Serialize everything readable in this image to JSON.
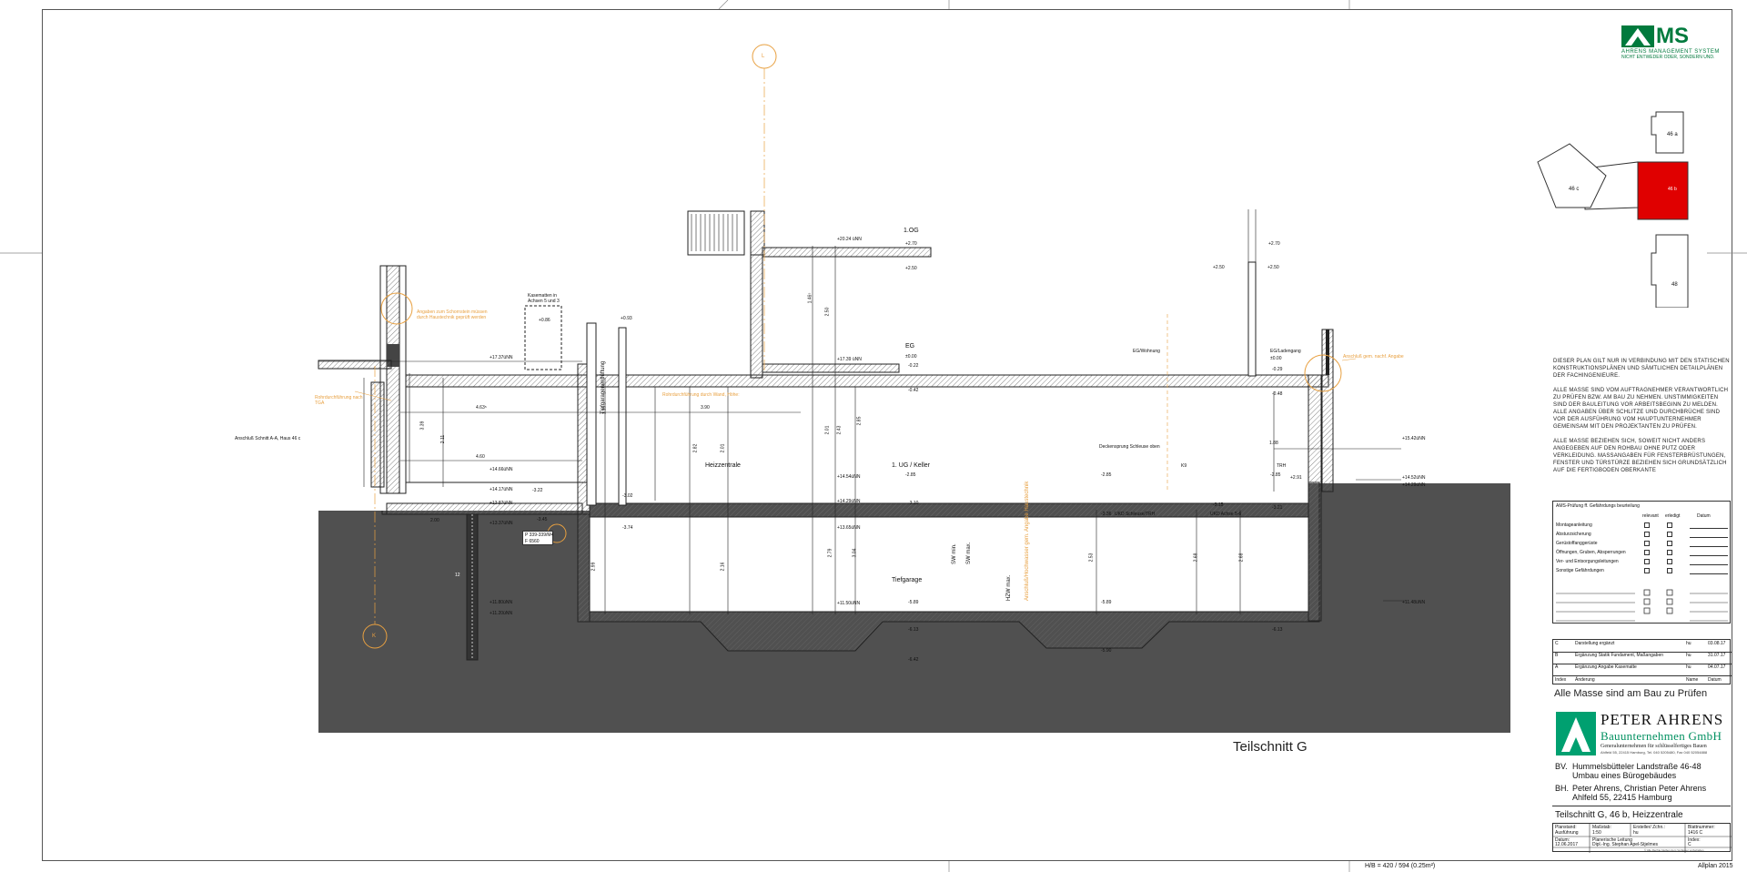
{
  "logo_ms": {
    "mark": "MS",
    "line1": "AHRENS MANAGEMENT SYSTEM",
    "line2": "NICHT ENTWEDER ODER, SONDERN UND."
  },
  "keyplan": {
    "house_a": "46 a",
    "house_b": "46 b",
    "house_c": "46 c",
    "house_48": "48"
  },
  "notes": {
    "para1": "DIESER PLAN GILT NUR IN VERBINDUNG MIT DEN STATISCHEN KONSTRUKTIONSPLÄNEN UND SÄMTLICHEN DETAILPLÄNEN DER FACHINGENIEURE.",
    "para2": "ALLE MASSE SIND VOM AUFTRAGNEHMER VERANTWORTLICH ZU PRÜFEN BZW. AM BAU ZU NEHMEN. UNSTIMMIGKEITEN SIND DER BAULEITUNG VOR ARBEITSBEGINN ZU MELDEN. ALLE ANGABEN ÜBER SCHLITZE UND DURCHBRÜCHE SIND VOR DER AUSFÜHRUNG VOM HAUPTUNTERNEHMER GEMEINSAM MIT DEN PROJEKTANTEN ZU PRÜFEN.",
    "para3": "ALLE MASSE BEZIEHEN SICH, SOWEIT NICHT ANDERS ANGEGEBEN AUF DEN ROHBAU OHNE PUTZ ODER VERKLEIDUNG. MASSANGABEN FÜR FENSTERBRÜSTUNGEN, FENSTER UND TÜRSTÜRZE BEZIEHEN SICH GRUNDSÄTZLICH AUF DIE FERTIGBODEN OBERKANTE"
  },
  "hazard_table": {
    "title": "AMS-Prüfung ff. Gefährdungs beurteilung",
    "col1": "relevant",
    "col2": "erledigt",
    "col3": "Datum",
    "rows": [
      "Montageanleitung",
      "Absturzsicherung",
      "Gerüstoffanggerüste",
      "Öffnungen, Gruben, Absperrungen",
      "Ver- und Entsorgungsleitungen",
      "Sonstige Gefährdungen"
    ]
  },
  "revisions": {
    "rows": [
      {
        "idx": "C",
        "text": "Darstellung ergänzt",
        "by": "hu",
        "date": "03.08.17"
      },
      {
        "idx": "B",
        "text": "Ergänzung Statik Fundament, Maßangaben",
        "by": "hu",
        "date": "31.07.17"
      },
      {
        "idx": "A",
        "text": "Ergänzung Angabe Kasematte",
        "by": "hu",
        "date": "04.07.17"
      }
    ],
    "head_index": "Index",
    "head_change": "Änderung",
    "head_name": "Name",
    "head_date": "Datum"
  },
  "check_note": "Alle Masse sind am Bau zu Prüfen",
  "company": {
    "name": "PETER AHRENS",
    "sub": "Bauunternehmen GmbH",
    "tagline": "Generalunternehmen für schlüsselfertiges Bauen",
    "address": "Ahlfeld 55, 22415 Hamburg, Tel. 040 5205480, Fax 040 52054888"
  },
  "project": {
    "bv_label": "BV.",
    "bv_line1": "Hummelsbütteler Landstraße 46-48",
    "bv_line2": "Umbau eines Bürogebäudes",
    "bh_label": "BH.",
    "bh_line1": "Peter Ahrens, Christian Peter Ahrens",
    "bh_line2": "Ahlfeld 55, 22415 Hamburg"
  },
  "plan_title": "Teilschnitt G, 46 b, Heizzentrale",
  "plan_meta": {
    "planstand_label": "Planstand:",
    "planstand": "Ausführung",
    "massstab_label": "Maßstab:",
    "massstab": "1:50",
    "ersteller_label": "Ersteller/ Zchn.:",
    "ersteller": "hu",
    "blatt_label": "Blattnummer:",
    "blatt": "1416 C",
    "datum_label": "Datum:",
    "datum": "12.06.2017",
    "leitung_label": "Planerische Leitung",
    "leitung": "Dipl.-Ing. Stephan Apel-Stjelmes",
    "index_label": "Index:",
    "index": "C",
    "copyright": "© Alle Rechte bleiben dem Verfasser vorbehalten"
  },
  "footer": {
    "hb": "H/B = 420 / 594 (0.25m²)",
    "software": "Allplan 2015"
  },
  "section_title": "Teilschnitt G",
  "axis_labels": {
    "top": "L",
    "bottom": "K"
  },
  "drawing_labels": {
    "og1": "1.OG",
    "eg": "EG",
    "ug1": "1. UG / Keller",
    "heizzentrale": "Heizzentrale",
    "tiefgarage": "Tiefgarage",
    "tg_entluftung": "Tiefgaragenentlüftung",
    "kasematten": "Kasematten in Achsen 5 und 3",
    "anschluss": "Anschluß Schnitt A-A, Haus 46 c",
    "eg_wohnung": "EG/Wohnung",
    "eg_ladengang": "EG/Ladengang",
    "deckensprung": "Deckensprung Schleuse oben",
    "k9": "K9",
    "trh": "TRH",
    "uk_schleuse": "UKD Schleuse/TRH",
    "ukd_achse": "UKD Achse 5-6",
    "sw_min": "SW min.",
    "sw_max": "SW max.",
    "hzw_max": "HZW max.",
    "orange_note1": "Angaben zum Schornstein müssen durch Haustechnik geprüft werden",
    "orange_note2": "Rohrdurchführung nach TGA",
    "orange_note3": "Anschluß gem. nachf. Angabe",
    "orange_note4": "Rohrdurchführung durch Wand, Höhe:",
    "orange_note5": "Anschluß/Hochwasser gem. Angabe Haustechnik",
    "lev_p270": "+2.70",
    "lev_p250": "+2.50",
    "lev_2024": "+20.24 üNN",
    "lev_1739": "+17.39 üNN",
    "lev_1737": "+17.37üNN",
    "lev_000": "±0.00",
    "lev_m022": "-0.22",
    "lev_m042": "-0.42",
    "lev_m029": "-0.29",
    "lev_m048": "-0.48",
    "lev_1542": "+15.42üNN",
    "lev_1452": "+14.52üNN",
    "lev_1429": "+14.29üNN",
    "lev_1454": "+14.54üNN",
    "lev_1466": "+14.66üNN",
    "lev_1417": "+14.17üNN",
    "lev_1387": "+13.87üNN",
    "lev_1337": "+13.37üNN",
    "lev_m322": "-3.22",
    "lev_m345": "-3.45",
    "lev_m285": "-2.85",
    "lev_m310": "-3.10",
    "lev_m336": "-3.36",
    "lev_m315": "-3.15",
    "lev_m321": "-3.21",
    "lev_m589": "-5.89",
    "lev_m590": "-5.90",
    "lev_m642": "-6.42",
    "lev_m613": "-6.13",
    "lev_1365": "+13.65üNN",
    "lev_1150": "+11.50üNN",
    "lev_1148": "+11.48üNN",
    "lev_1180": "+11.80üNN",
    "lev_1120": "+11.20üNN",
    "lev_p093": "+0.93",
    "lev_p086": "+0.86",
    "lev_p290": "+2.91",
    "lev_m374": "-3.74",
    "lev_m302": "-3.02",
    "pile_info1": "P 339-339/M4",
    "pile_info2": "F 6560",
    "pile_len": "12",
    "dim_463": "4.63⁵",
    "dim_460": "4.60",
    "dim_390": "3.90",
    "dim_211": "2.11",
    "dim_301": "3.01",
    "dim_282": "2.82",
    "dim_201": "2.01",
    "dim_243": "2.43",
    "dim_285": "2.85",
    "dim_279": "2.79",
    "dim_304": "3.04",
    "dim_216": "2.16",
    "dim_268": "2.68",
    "dim_253": "2.53",
    "dim_188": "1.88",
    "dim_200": "2.00",
    "dim_250": "2.50",
    "dim_146": "1.46⁵",
    "dim_119": "1.19",
    "dim_299": "2.99",
    "dim_339": "3.39"
  }
}
